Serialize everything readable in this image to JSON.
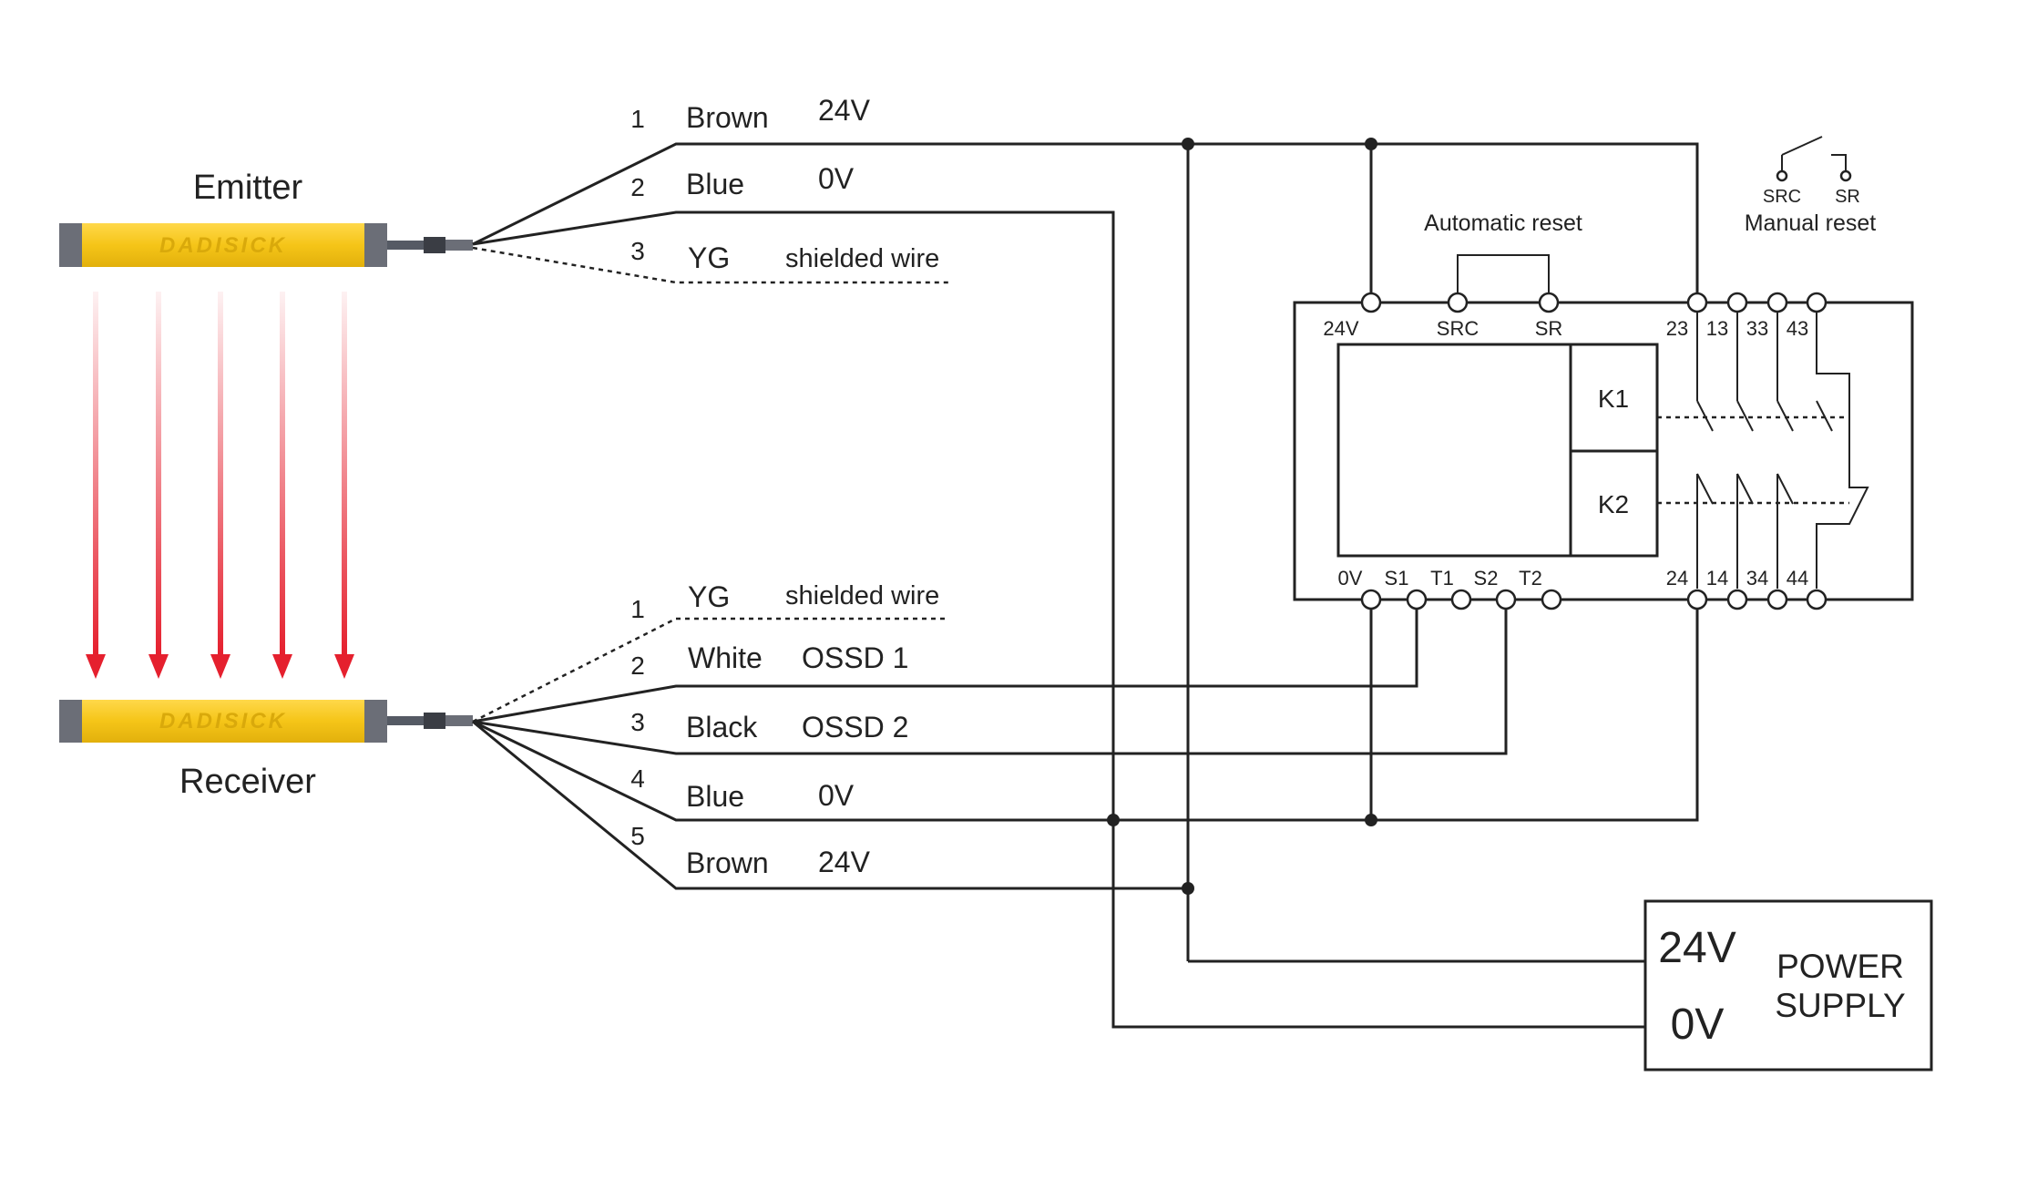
{
  "emitter": {
    "title": "Emitter",
    "logo": "DADISICK",
    "wires": [
      {
        "num": "1",
        "color": "Brown",
        "signal": "24V"
      },
      {
        "num": "2",
        "color": "Blue",
        "signal": "0V"
      },
      {
        "num": "3",
        "color": "YG",
        "signal": "shielded wire"
      }
    ]
  },
  "receiver": {
    "title": "Receiver",
    "logo": "DADISICK",
    "wires": [
      {
        "num": "1",
        "color": "YG",
        "signal": "shielded wire"
      },
      {
        "num": "2",
        "color": "White",
        "signal": "OSSD 1"
      },
      {
        "num": "3",
        "color": "Black",
        "signal": "OSSD 2"
      },
      {
        "num": "4",
        "color": "Blue",
        "signal": "0V"
      },
      {
        "num": "5",
        "color": "Brown",
        "signal": "24V"
      }
    ]
  },
  "relay": {
    "top_terminals": [
      "24V",
      "SRC",
      "SR",
      "23",
      "13",
      "33",
      "43"
    ],
    "bottom_terminals": [
      "0V",
      "S1",
      "T1",
      "S2",
      "T2",
      "24",
      "14",
      "34",
      "44"
    ],
    "k1": "K1",
    "k2": "K2"
  },
  "automatic_reset": "Automatic reset",
  "manual_reset": {
    "label": "Manual reset",
    "src": "SRC",
    "sr": "SR"
  },
  "power_supply": {
    "v24": "24V",
    "v0": "0V",
    "line1": "POWER",
    "line2": "SUPPLY"
  },
  "colors": {
    "sensor_body": "#f5c518",
    "sensor_cap": "#6b6e77",
    "beam": "#e5202e",
    "wire": "#222222"
  }
}
